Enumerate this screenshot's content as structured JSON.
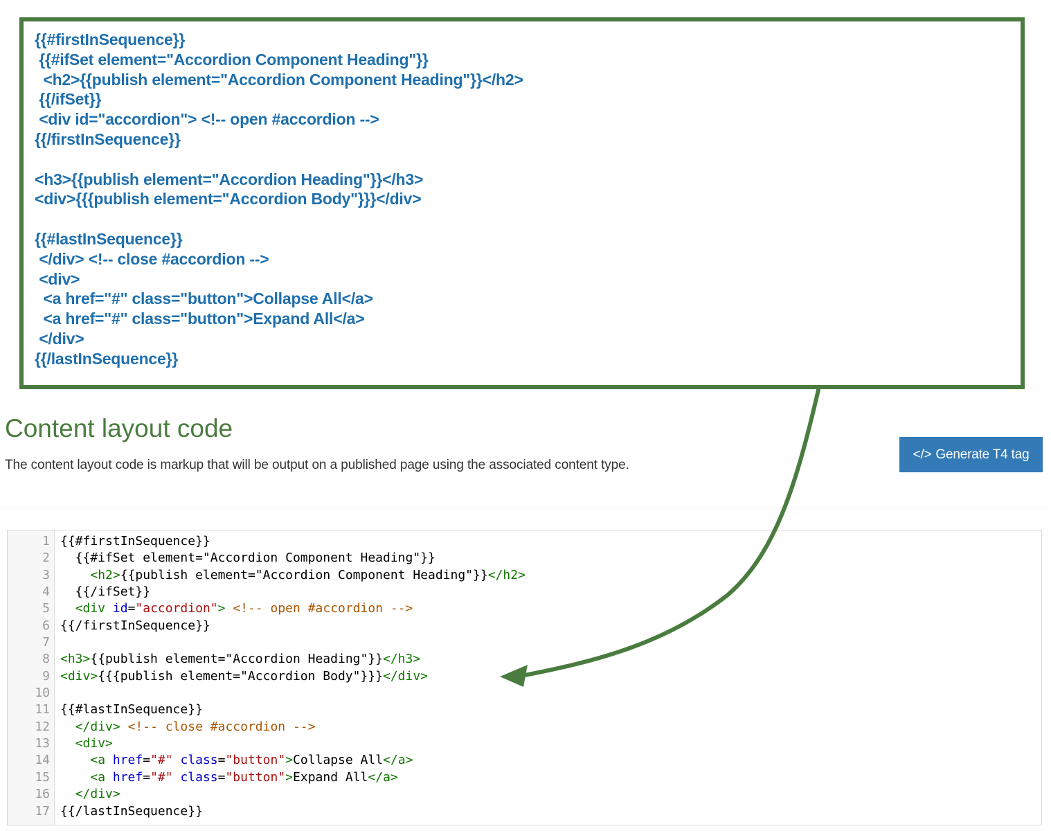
{
  "callout": {
    "lines": [
      "{{#firstInSequence}}",
      " {{#ifSet element=\"Accordion Component Heading\"}}",
      "  <h2>{{publish element=\"Accordion Component Heading\"}}</h2>",
      " {{/ifSet}}",
      " <div id=\"accordion\"> <!-- open #accordion -->",
      "{{/firstInSequence}}",
      "",
      "<h3>{{publish element=\"Accordion Heading\"}}</h3>",
      "<div>{{{publish element=\"Accordion Body\"}}}</div>",
      "",
      "{{#lastInSequence}}",
      " </div> <!-- close #accordion -->",
      " <div>",
      "  <a href=\"#\" class=\"button\">Collapse All</a>",
      "  <a href=\"#\" class=\"button\">Expand All</a>",
      " </div>",
      "{{/lastInSequence}}"
    ]
  },
  "section": {
    "title": "Content layout code",
    "description": "The content layout code is markup that will be output on a published page using the associated content type."
  },
  "generate_button": {
    "icon": "</>",
    "label": "Generate T4 tag"
  },
  "editor": {
    "line_numbers": [
      "1",
      "2",
      "3",
      "4",
      "5",
      "6",
      "7",
      "8",
      "9",
      "10",
      "11",
      "12",
      "13",
      "14",
      "15",
      "16",
      "17"
    ],
    "lines": [
      [
        {
          "t": "{{#firstInSequence}}",
          "k": "txt"
        }
      ],
      [
        {
          "t": "  {{#ifSet element=\"Accordion Component Heading\"}}",
          "k": "txt"
        }
      ],
      [
        {
          "t": "    ",
          "k": "txt"
        },
        {
          "t": "<h2>",
          "k": "tag"
        },
        {
          "t": "{{publish element=\"Accordion Component Heading\"}}",
          "k": "txt"
        },
        {
          "t": "</h2>",
          "k": "tag"
        }
      ],
      [
        {
          "t": "  {{/ifSet}}",
          "k": "txt"
        }
      ],
      [
        {
          "t": "  ",
          "k": "txt"
        },
        {
          "t": "<div ",
          "k": "tag"
        },
        {
          "t": "id",
          "k": "attr"
        },
        {
          "t": "=",
          "k": "txt"
        },
        {
          "t": "\"accordion\"",
          "k": "str"
        },
        {
          "t": ">",
          "k": "tag"
        },
        {
          "t": " ",
          "k": "txt"
        },
        {
          "t": "<!-- open #accordion -->",
          "k": "com"
        }
      ],
      [
        {
          "t": "{{/firstInSequence}}",
          "k": "txt"
        }
      ],
      [
        {
          "t": "",
          "k": "txt"
        }
      ],
      [
        {
          "t": "<h3>",
          "k": "tag"
        },
        {
          "t": "{{publish element=\"Accordion Heading\"}}",
          "k": "txt"
        },
        {
          "t": "</h3>",
          "k": "tag"
        }
      ],
      [
        {
          "t": "<div>",
          "k": "tag"
        },
        {
          "t": "{{{publish element=\"Accordion Body\"}}}",
          "k": "txt"
        },
        {
          "t": "</div>",
          "k": "tag"
        }
      ],
      [
        {
          "t": "",
          "k": "txt"
        }
      ],
      [
        {
          "t": "{{#lastInSequence}}",
          "k": "txt"
        }
      ],
      [
        {
          "t": "  ",
          "k": "txt"
        },
        {
          "t": "</div>",
          "k": "tag"
        },
        {
          "t": " ",
          "k": "txt"
        },
        {
          "t": "<!-- close #accordion -->",
          "k": "com"
        }
      ],
      [
        {
          "t": "  ",
          "k": "txt"
        },
        {
          "t": "<div>",
          "k": "tag"
        }
      ],
      [
        {
          "t": "    ",
          "k": "txt"
        },
        {
          "t": "<a ",
          "k": "tag"
        },
        {
          "t": "href",
          "k": "attr"
        },
        {
          "t": "=",
          "k": "txt"
        },
        {
          "t": "\"#\"",
          "k": "str"
        },
        {
          "t": " ",
          "k": "txt"
        },
        {
          "t": "class",
          "k": "attr"
        },
        {
          "t": "=",
          "k": "txt"
        },
        {
          "t": "\"button\"",
          "k": "str"
        },
        {
          "t": ">",
          "k": "tag"
        },
        {
          "t": "Collapse All",
          "k": "txt"
        },
        {
          "t": "</a>",
          "k": "tag"
        }
      ],
      [
        {
          "t": "    ",
          "k": "txt"
        },
        {
          "t": "<a ",
          "k": "tag"
        },
        {
          "t": "href",
          "k": "attr"
        },
        {
          "t": "=",
          "k": "txt"
        },
        {
          "t": "\"#\"",
          "k": "str"
        },
        {
          "t": " ",
          "k": "txt"
        },
        {
          "t": "class",
          "k": "attr"
        },
        {
          "t": "=",
          "k": "txt"
        },
        {
          "t": "\"button\"",
          "k": "str"
        },
        {
          "t": ">",
          "k": "tag"
        },
        {
          "t": "Expand All",
          "k": "txt"
        },
        {
          "t": "</a>",
          "k": "tag"
        }
      ],
      [
        {
          "t": "  ",
          "k": "txt"
        },
        {
          "t": "</div>",
          "k": "tag"
        }
      ],
      [
        {
          "t": "{{/lastInSequence}}",
          "k": "txt"
        }
      ]
    ]
  },
  "colors": {
    "accent_green": "#4a7c3f",
    "callout_text": "#1f6fad",
    "button_bg": "#337ab7",
    "syntax_tag": "#117700",
    "syntax_attr": "#0000cc",
    "syntax_string": "#aa1111",
    "syntax_comment": "#aa5500"
  }
}
